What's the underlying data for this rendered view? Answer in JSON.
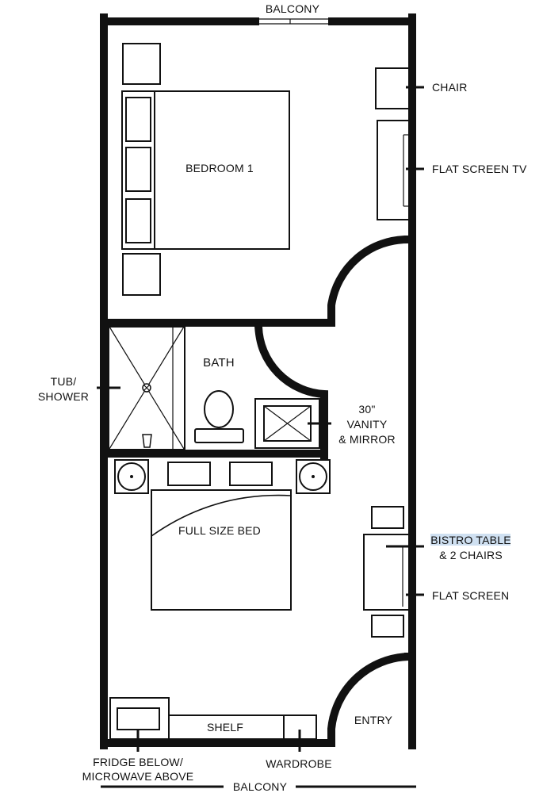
{
  "labels": {
    "balcony_top": "BALCONY",
    "chair": "CHAIR",
    "flat_screen_tv": "FLAT SCREEN TV",
    "bedroom1": "BEDROOM 1",
    "bath": "BATH",
    "tub_shower": [
      "TUB/",
      "SHOWER"
    ],
    "vanity": [
      "30\"",
      "VANITY",
      "& MIRROR"
    ],
    "full_size_bed": "FULL SIZE BED",
    "bistro_table": [
      "BISTRO TABLE",
      "& 2 CHAIRS"
    ],
    "flat_screen": "FLAT SCREEN",
    "entry": "ENTRY",
    "shelf": "SHELF",
    "fridge": [
      "FRIDGE BELOW/",
      "MICROWAVE ABOVE"
    ],
    "wardrobe": "WARDROBE",
    "balcony_bottom": "BALCONY"
  },
  "colors": {
    "wall": "#111111",
    "highlight": "#cfe0f1",
    "background": "#ffffff"
  }
}
